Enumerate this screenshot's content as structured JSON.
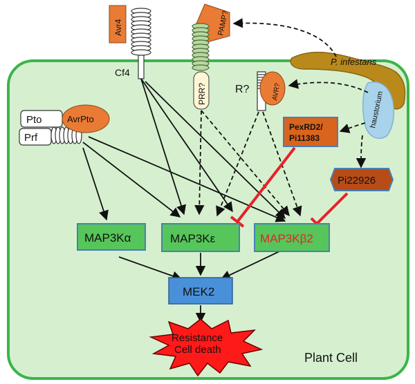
{
  "cell": {
    "label": "Plant Cell"
  },
  "pathogen": {
    "name": "P. infestans",
    "haustorium": "haustorium"
  },
  "receptors": {
    "avr4": "Avr4",
    "cf4": "Cf4",
    "pamp": "PAMP?",
    "prr": "PRR?",
    "r": "R?",
    "avr": "AVR?",
    "pto": "Pto",
    "prf": "Prf",
    "avrpto": "AvrPto"
  },
  "effectors": {
    "pexrd2_line1": "PexRD2/",
    "pexrd2_line2": "Pi11383",
    "pi22926": "Pi22926"
  },
  "kinases": {
    "map3k_alpha": "MAP3Kα",
    "map3k_epsilon": "MAP3Kε",
    "map3k_beta2": "MAP3Kβ2",
    "mek2": "MEK2"
  },
  "outcome": {
    "line1": "Resistance",
    "line2": "Cell death"
  },
  "colors": {
    "cell_fill": "#d6f0cf",
    "cell_border": "#3bb54a",
    "kinase_fill": "#56c65a",
    "mek_fill": "#4a90d9",
    "effector_fill": "#d8641e",
    "pathogen_fill": "#b9891c",
    "inhibition": "#e8202a",
    "burst_fill": "#ff1a1a",
    "beta_text": "#e8202a"
  }
}
